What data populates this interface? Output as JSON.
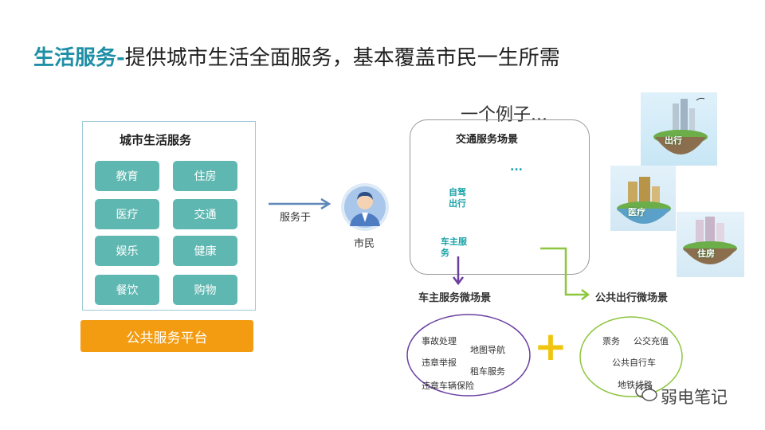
{
  "title": {
    "accent": "生活服务-",
    "rest": "提供城市生活全面服务，基本覆盖市民一生所需"
  },
  "panel": {
    "title": "城市生活服务",
    "tiles": [
      "教育",
      "住房",
      "医疗",
      "交通",
      "娱乐",
      "健康",
      "餐饮",
      "购物"
    ]
  },
  "platform": "公共服务平台",
  "serve_label": "服务于",
  "citizen_label": "市民",
  "example": {
    "heading": "一个例子...",
    "scene_title": "交通服务场景",
    "dots": "...",
    "self_drive": [
      "自驾",
      "出行"
    ],
    "car_owner": [
      "车主服",
      "务"
    ]
  },
  "micro": {
    "car_owner": {
      "title": "车主服务微场景",
      "items": [
        "事故处理",
        "地图导航",
        "违章举报",
        "租车服务",
        "违章车辆保险"
      ]
    },
    "public_transit": {
      "title": "公共出行微场景",
      "items": [
        "票务",
        "公交充值",
        "公共自行车",
        "地铁线路"
      ]
    }
  },
  "plus": "+",
  "islands": [
    "出行",
    "医疗",
    "住房"
  ],
  "watermark": "弱电笔记",
  "colors": {
    "accent": "#1e8fa6",
    "tile": "#5fb7b1",
    "platform": "#f39c12",
    "purple": "#6b3fa0",
    "green": "#8dc63f",
    "plus": "#f1c40f"
  }
}
